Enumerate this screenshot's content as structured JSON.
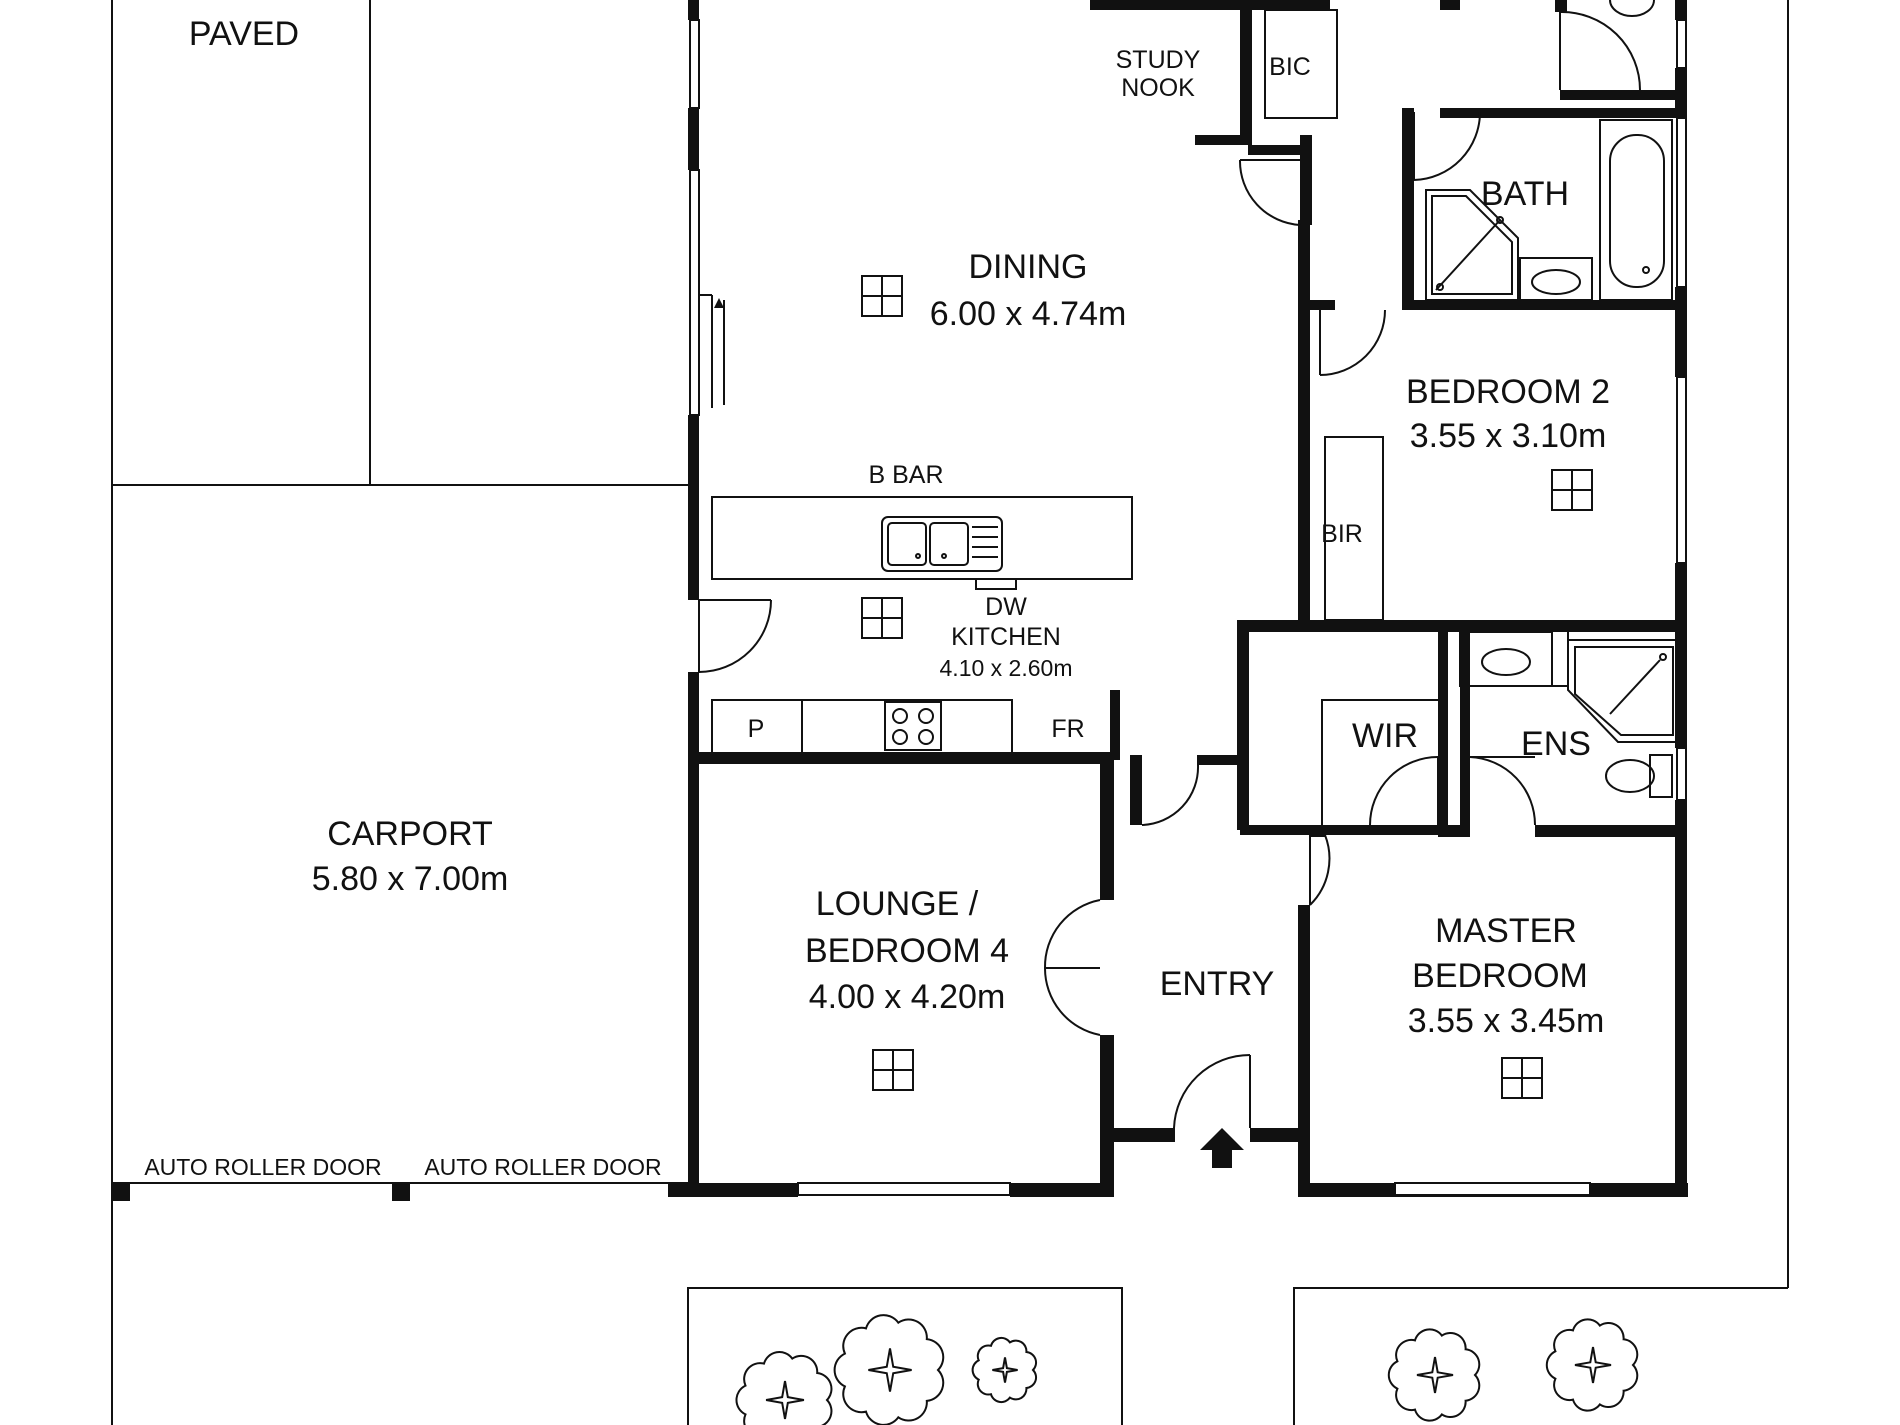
{
  "rooms": {
    "paved": {
      "name": "PAVED"
    },
    "study_nook": {
      "line1": "STUDY",
      "line2": "NOOK"
    },
    "bic": {
      "name": "BIC"
    },
    "bath": {
      "name": "BATH"
    },
    "dining": {
      "name": "DINING",
      "size": "6.00 x 4.74m"
    },
    "bedroom2": {
      "name": "BEDROOM 2",
      "size": "3.55 x 3.10m"
    },
    "b_bar": {
      "name": "B BAR"
    },
    "bir": {
      "name": "BIR"
    },
    "dw": {
      "name": "DW"
    },
    "kitchen": {
      "name": "KITCHEN",
      "size": "4.10 x 2.60m"
    },
    "pantry": {
      "name": "P"
    },
    "fridge": {
      "name": "FR"
    },
    "wir": {
      "name": "WIR"
    },
    "ens": {
      "name": "ENS"
    },
    "carport": {
      "name": "CARPORT",
      "size": "5.80 x 7.00m"
    },
    "lounge": {
      "line1": "LOUNGE /",
      "line2": "BEDROOM 4",
      "size": "4.00 x 4.20m"
    },
    "entry": {
      "name": "ENTRY"
    },
    "master": {
      "line1": "MASTER",
      "line2": "BEDROOM",
      "size": "3.55 x 3.45m"
    },
    "roller_door_1": {
      "name": "AUTO ROLLER DOOR"
    },
    "roller_door_2": {
      "name": "AUTO ROLLER DOOR"
    }
  },
  "icons": {
    "window_marker": "grid-window-icon",
    "entry_arrow": "up-arrow-icon",
    "tree": "tree-icon",
    "sink": "double-sink-icon",
    "cooktop": "cooktop-icon",
    "toilet": "toilet-icon",
    "shower": "shower-icon",
    "bathtub": "bathtub-icon"
  }
}
